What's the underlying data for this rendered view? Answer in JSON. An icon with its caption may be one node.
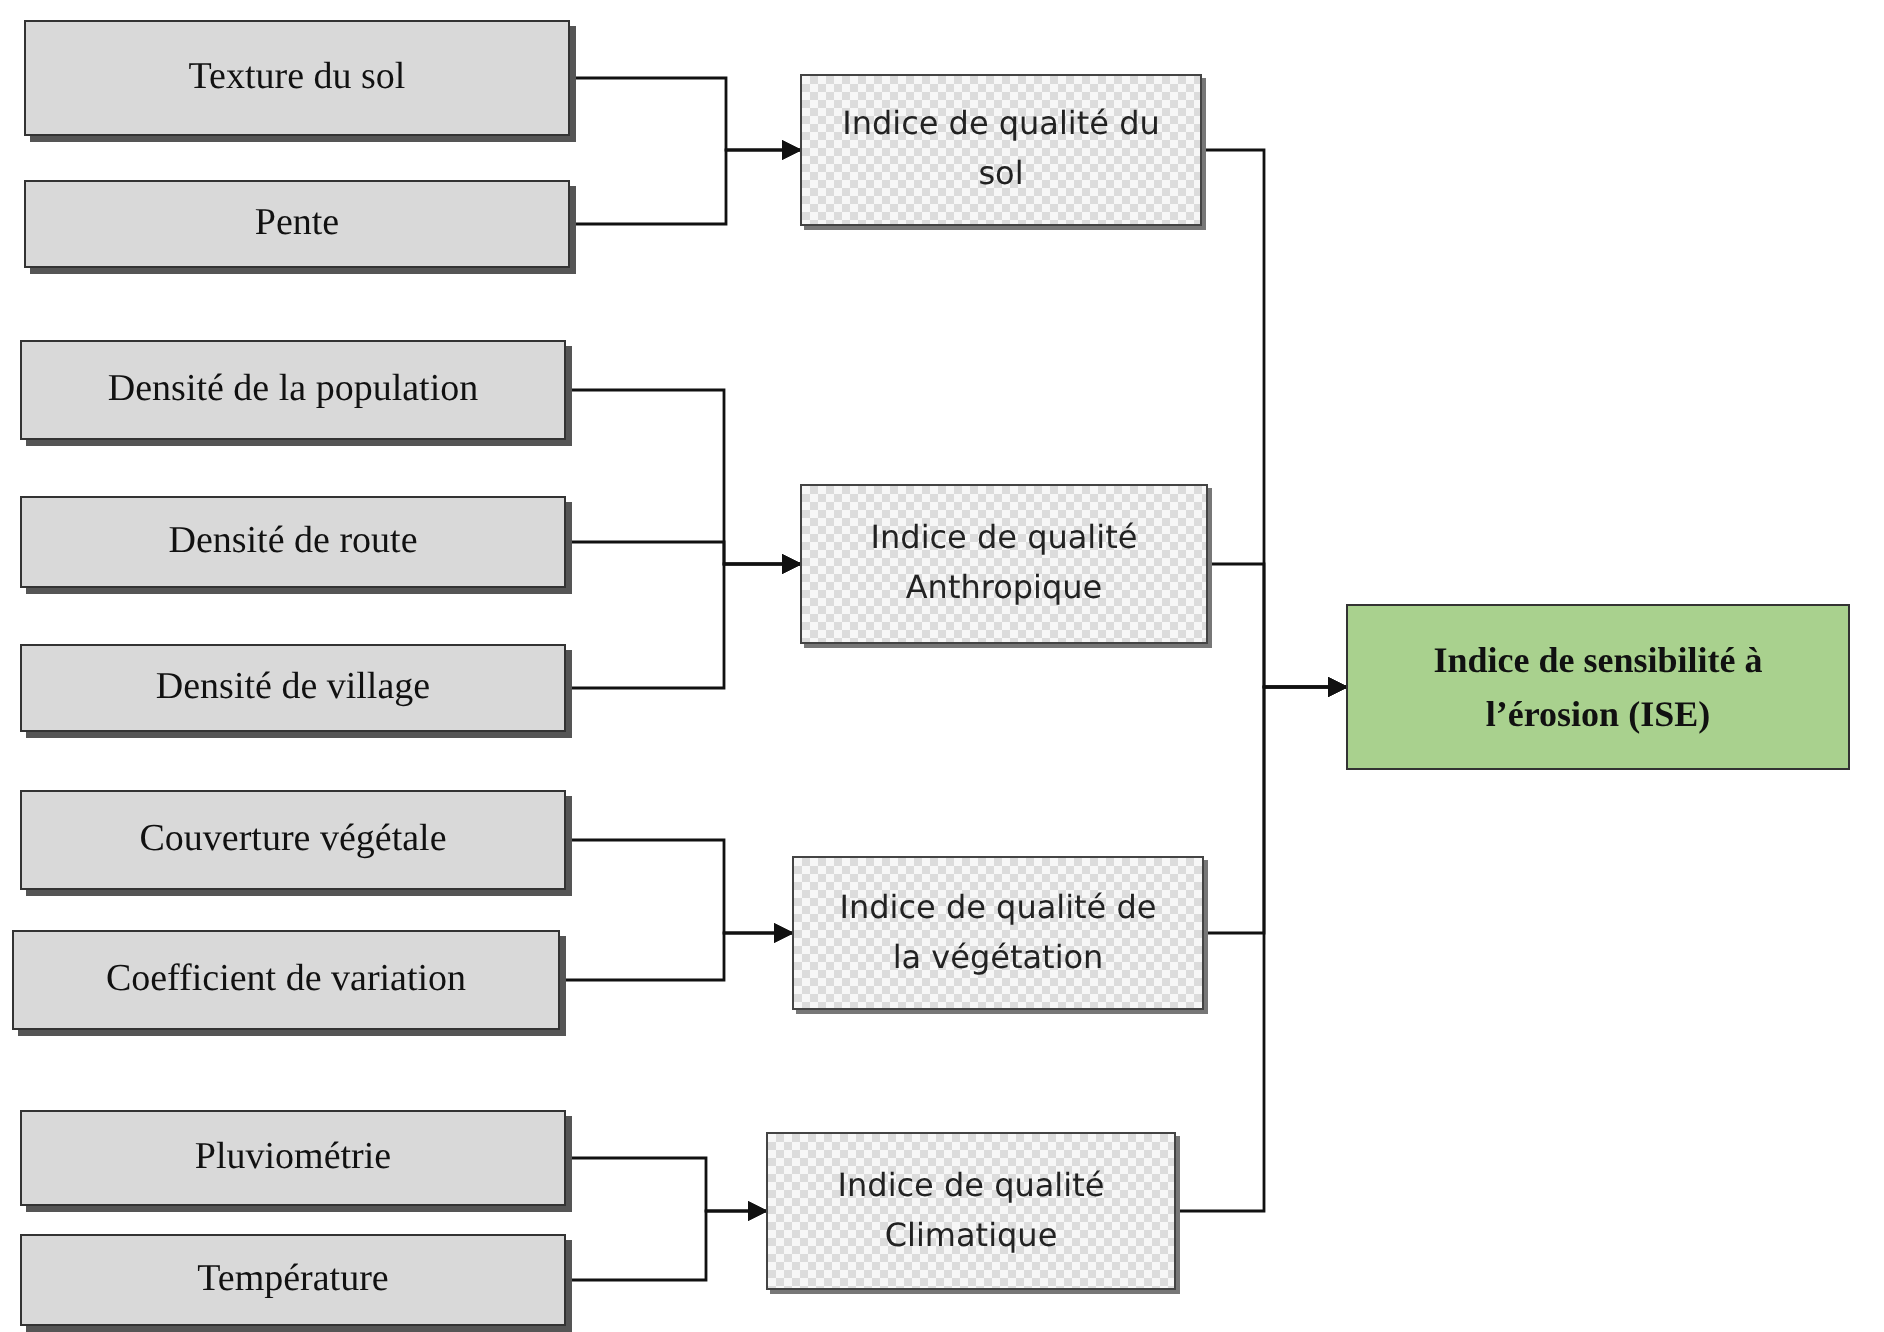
{
  "diagram": {
    "nodes": [
      {
        "text": [
          "Texture du sol"
        ]
      },
      {
        "text": [
          "Pente"
        ]
      },
      {
        "text": [
          "Indice de qualité du sol"
        ]
      },
      {
        "text": [
          "Densité de la population"
        ]
      },
      {
        "text": [
          "Densité de route"
        ]
      },
      {
        "text": [
          "Densité de village"
        ]
      },
      {
        "text": [
          "Indice de qualité Anthropique"
        ]
      },
      {
        "text": [
          "Couverture végétale"
        ]
      },
      {
        "text": [
          "Coefficient de variation"
        ]
      },
      {
        "text": [
          "Indice de qualité de la végétation"
        ]
      },
      {
        "text": [
          "Pluviométrie"
        ]
      },
      {
        "text": [
          "Température"
        ]
      },
      {
        "text": [
          "Indice de qualité Climatique"
        ]
      },
      {
        "text": [
          "Indice de sensibilité à l’érosion (ISE)"
        ]
      }
    ],
    "edges": [
      {
        "from": 0,
        "to": 2,
        "arrow": "to"
      },
      {
        "from": 1,
        "to": 2,
        "arrow": "to"
      },
      {
        "from": 3,
        "to": 6,
        "arrow": "to"
      },
      {
        "from": 4,
        "to": 6,
        "arrow": "to"
      },
      {
        "from": 5,
        "to": 6,
        "arrow": "to"
      },
      {
        "from": 7,
        "to": 9,
        "arrow": "to"
      },
      {
        "from": 8,
        "to": 9,
        "arrow": "to"
      },
      {
        "from": 10,
        "to": 12,
        "arrow": "to"
      },
      {
        "from": 11,
        "to": 12,
        "arrow": "to"
      },
      {
        "from": 2,
        "to": 13,
        "arrow": "to"
      },
      {
        "from": 6,
        "to": 13,
        "arrow": "to"
      },
      {
        "from": 9,
        "to": 13,
        "arrow": "to"
      },
      {
        "from": 12,
        "to": 13,
        "arrow": "to"
      }
    ]
  }
}
